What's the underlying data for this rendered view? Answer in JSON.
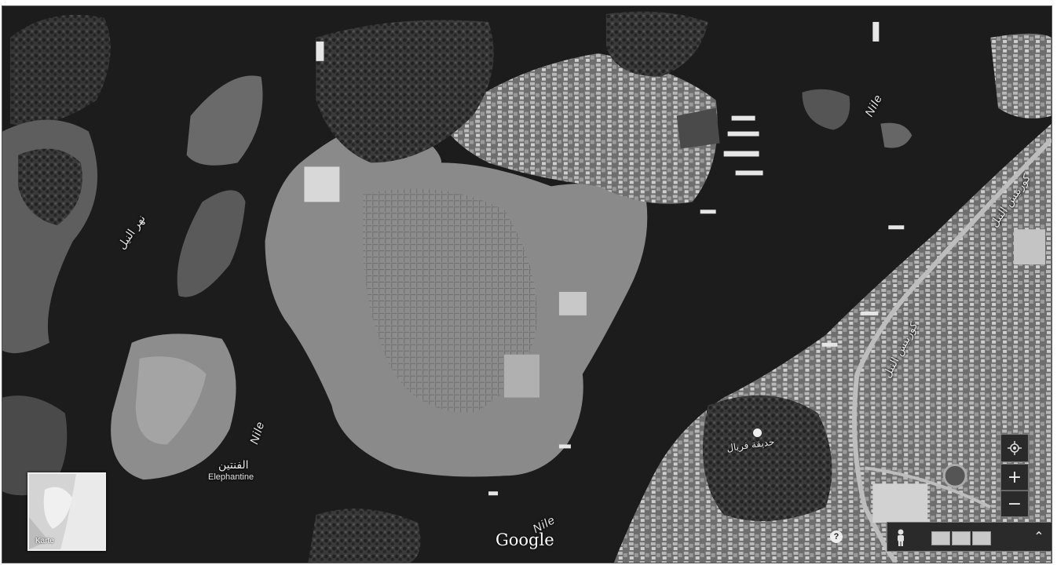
{
  "labels": {
    "nile_top": "Nile",
    "nile_mid": "Nile",
    "nile_bottom": "Nile",
    "river_arabic": "نهر النيل",
    "corniche_top": "كورنيش النيل",
    "corniche_mid": "كورنيش النيل",
    "island_arabic": "الفنتين",
    "island_latin": "Elephantine",
    "park_arabic": "حديقة فريال"
  },
  "minimap": {
    "label": "Karte"
  },
  "controls": {
    "zoom_in": "+",
    "zoom_out": "−",
    "help": "?",
    "expand": "⌃"
  },
  "logo": {
    "text": "Google"
  },
  "icons": {
    "locate": "locate-icon",
    "pegman": "pegman-icon",
    "expand": "chevron-up-icon",
    "help": "help-icon",
    "poi": "poi-icon"
  },
  "colors": {
    "water": "#1c1c1c",
    "land": "#8a8a8a",
    "controls": "#2a2a2a"
  }
}
